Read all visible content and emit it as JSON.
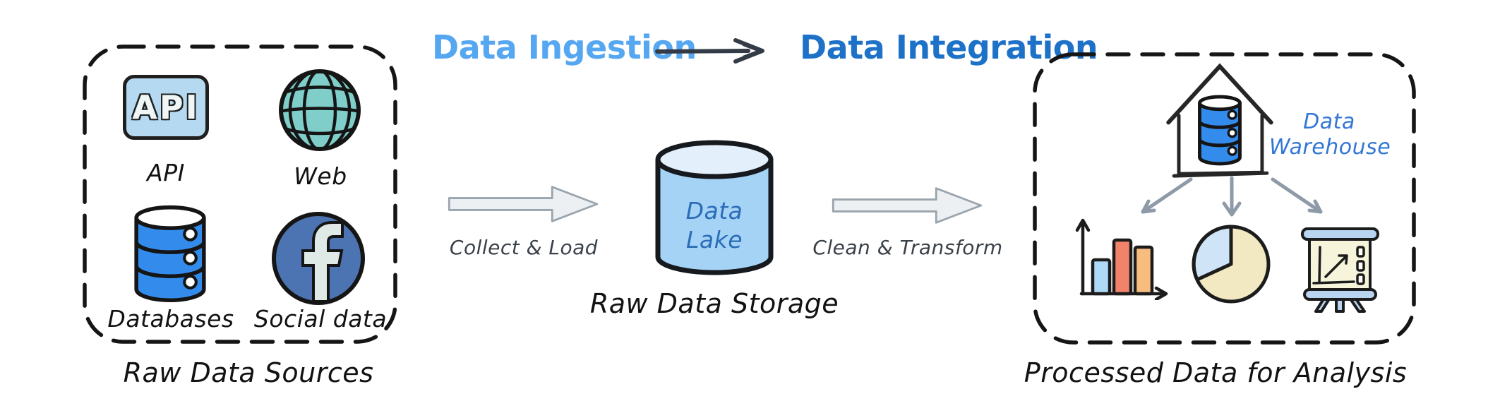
{
  "titles": {
    "ingestion": "Data Ingestion",
    "integration": "Data Integration"
  },
  "sources": {
    "caption": "Raw Data Sources",
    "items": [
      {
        "label": "API",
        "icon": "api-icon",
        "badge_text": "API"
      },
      {
        "label": "Web",
        "icon": "globe-icon"
      },
      {
        "label": "Databases",
        "icon": "database-icon"
      },
      {
        "label": "Social data",
        "icon": "facebook-icon"
      }
    ]
  },
  "storage": {
    "caption": "Raw Data Storage",
    "lake_line1": "Data",
    "lake_line2": "Lake"
  },
  "warehouse": {
    "line1": "Data",
    "line2": "Warehouse"
  },
  "analysis": {
    "caption": "Processed Data for Analysis",
    "output_icons": [
      "bar-chart-icon",
      "pie-chart-icon",
      "presentation-icon"
    ]
  },
  "flow_labels": {
    "collect": "Collect & Load",
    "clean": "Clean & Transform"
  },
  "colors": {
    "ingestion_text": "#56a7f2",
    "integration_text": "#1d72c8",
    "dark_arrow": "#333b46",
    "flow_arrow_fill": "#edf0f2",
    "flow_arrow_stroke": "#9aa4ad",
    "label_ink": "#3a4149",
    "lake_body": "#a5d3f5",
    "lake_top": "#e3effb",
    "lake_text": "#2b6cb8",
    "db_blue": "#338cec",
    "globe_teal": "#7fceca",
    "api_fill": "#b5d9f0",
    "facebook_blue": "#4d74b2",
    "facebook_f": "#dfe9e6",
    "warehouse_text": "#3377d6",
    "connector_gray": "#8e9aa8",
    "bar_blue": "#aed9f7",
    "bar_salmon": "#f2826a",
    "bar_orange": "#f7bd7e",
    "pie_cream": "#f2e9c2",
    "pie_blue": "#cfe4f7",
    "board_cream": "#f7f4dc",
    "easel_blue": "#b8d4f0",
    "ink": "#151515"
  }
}
